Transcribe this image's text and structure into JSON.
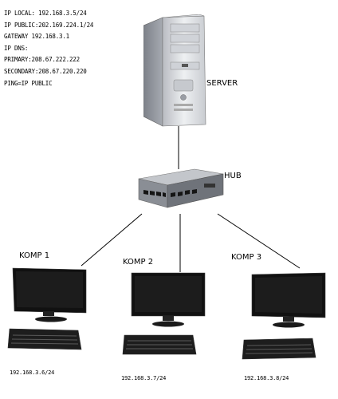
{
  "server": {
    "label": "SERVER",
    "info_lines": [
      "IP LOCAL: 192.168.3.5/24",
      "IP PUBLIC:202.169.224.1/24",
      "GATEWAY   192.168.3.1",
      "IP DNS:",
      "PRIMARY:208.67.222.222",
      "SECONDARY:208.67.220.220",
      "PING=IP PUBLIC"
    ]
  },
  "hub": {
    "label": "HUB"
  },
  "clients": [
    {
      "label": "KOMP 1",
      "ip": "192.168.3.6/24"
    },
    {
      "label": "KOMP 2",
      "ip": "192.168.3.7/24"
    },
    {
      "label": "KOMP 3",
      "ip": "192.168.3.8/24"
    }
  ]
}
